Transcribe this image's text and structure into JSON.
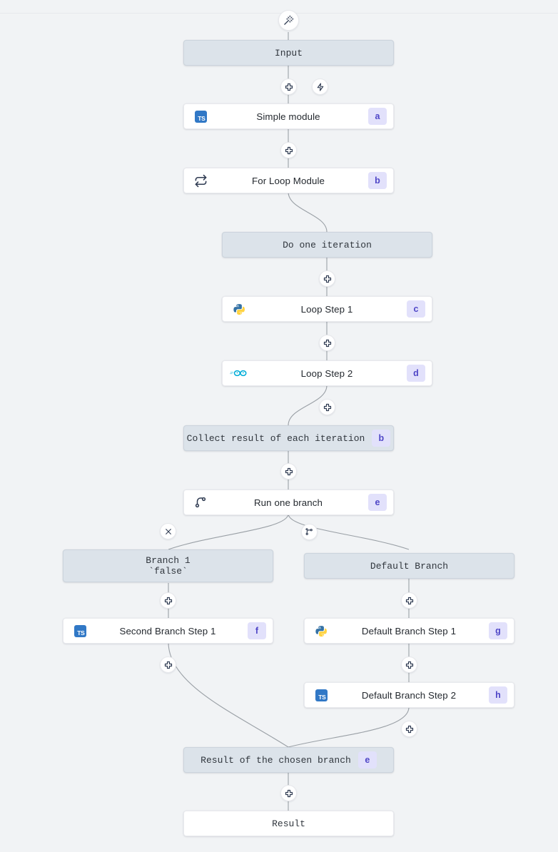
{
  "canvas": {
    "background": "#f1f3f5",
    "node_fill_module": "#ffffff",
    "node_fill_virtual": "#dce3ea",
    "badge_bg": "#e2e1fb",
    "badge_fg": "#4f46c7",
    "edge_color": "#9aa0a6",
    "ts_color": "#3178c6",
    "go_color": "#00add8",
    "python_yellow": "#ffd343",
    "python_blue": "#3572a5"
  },
  "top_button": {
    "name": "ai-magic-wand-button",
    "icon": "magic-wand-icon"
  },
  "nodes": {
    "input": {
      "label": "Input",
      "kind": "virtual"
    },
    "simple_module": {
      "label": "Simple module",
      "badge": "a",
      "icon": "typescript-icon",
      "kind": "module"
    },
    "for_loop_module": {
      "label": "For Loop Module",
      "badge": "b",
      "icon": "loop-icon",
      "kind": "module"
    },
    "do_one_iteration": {
      "label": "Do one iteration",
      "kind": "virtual"
    },
    "loop_step_1": {
      "label": "Loop Step 1",
      "badge": "c",
      "icon": "python-icon",
      "kind": "module"
    },
    "loop_step_2": {
      "label": "Loop Step 2",
      "badge": "d",
      "icon": "go-icon",
      "kind": "module"
    },
    "collect_result": {
      "label": "Collect result of each iteration",
      "badge": "b",
      "kind": "virtual"
    },
    "run_one_branch": {
      "label": "Run one branch",
      "badge": "e",
      "icon": "branch-icon",
      "kind": "module"
    },
    "branch_1": {
      "label": "Branch 1\n`false`",
      "kind": "virtual"
    },
    "default_branch": {
      "label": "Default Branch",
      "kind": "virtual"
    },
    "second_branch_step_1": {
      "label": "Second Branch Step 1",
      "badge": "f",
      "icon": "typescript-icon",
      "kind": "module"
    },
    "default_branch_step_1": {
      "label": "Default Branch Step 1",
      "badge": "g",
      "icon": "python-icon",
      "kind": "module"
    },
    "default_branch_step_2": {
      "label": "Default Branch Step 2",
      "badge": "h",
      "icon": "typescript-icon",
      "kind": "module"
    },
    "result_of_chosen_branch": {
      "label": "Result of the chosen branch",
      "badge": "e",
      "kind": "virtual"
    },
    "result": {
      "label": "Result",
      "kind": "result"
    }
  },
  "edge_buttons": [
    {
      "name": "add-step-after-input",
      "icon": "plus-icon"
    },
    {
      "name": "add-trigger-after-input",
      "icon": "lightning-icon"
    },
    {
      "name": "add-step-after-simple-module",
      "icon": "plus-icon"
    },
    {
      "name": "add-step-in-loop",
      "icon": "plus-icon"
    },
    {
      "name": "add-step-after-loop-step-1",
      "icon": "plus-icon"
    },
    {
      "name": "add-step-after-loop-step-2",
      "icon": "plus-icon"
    },
    {
      "name": "add-step-after-collect-result",
      "icon": "plus-icon"
    },
    {
      "name": "delete-branch-1",
      "icon": "close-icon"
    },
    {
      "name": "add-branch",
      "icon": "add-branch-icon"
    },
    {
      "name": "add-step-in-branch-1",
      "icon": "plus-icon"
    },
    {
      "name": "add-step-in-default-branch",
      "icon": "plus-icon"
    },
    {
      "name": "add-step-after-second-branch-step-1",
      "icon": "plus-icon"
    },
    {
      "name": "add-step-after-default-branch-step-1",
      "icon": "plus-icon"
    },
    {
      "name": "add-step-after-default-branch-step-2",
      "icon": "plus-icon"
    },
    {
      "name": "add-step-after-result-of-chosen-branch",
      "icon": "plus-icon"
    }
  ]
}
